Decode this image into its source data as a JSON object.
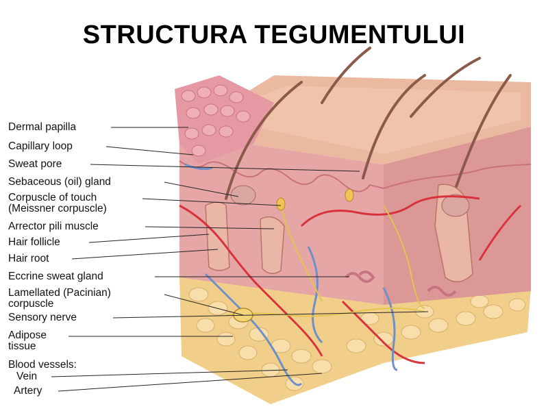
{
  "title": "STRUCTURA TEGUMENTULUI",
  "labels": {
    "dermal_papilla": "Dermal papilla",
    "capillary_loop": "Capillary loop",
    "sweat_pore": "Sweat pore",
    "sebaceous_gland": "Sebaceous (oil) gland",
    "corpuscle_touch_1": "Corpuscle of touch",
    "corpuscle_touch_2": "(Meissner corpuscle)",
    "arrector_pili": "Arrector pili muscle",
    "hair_follicle": "Hair follicle",
    "hair_root": "Hair root",
    "eccrine_gland": "Eccrine sweat gland",
    "lamellated_1": "Lamellated (Pacinian)",
    "lamellated_2": "corpuscle",
    "sensory_nerve": "Sensory nerve",
    "adipose_1": "Adipose",
    "adipose_2": "tissue",
    "blood_vessels": "Blood vessels:",
    "vein": "Vein",
    "artery": "Artery"
  },
  "colors": {
    "epidermis": "#e9b7a4",
    "dermis": "#e7a7a6",
    "adipose": "#f2d38e",
    "artery": "#d8323c",
    "vein": "#6e8fc7",
    "nerve": "#e2c54f",
    "hair": "#8c5a4a"
  }
}
